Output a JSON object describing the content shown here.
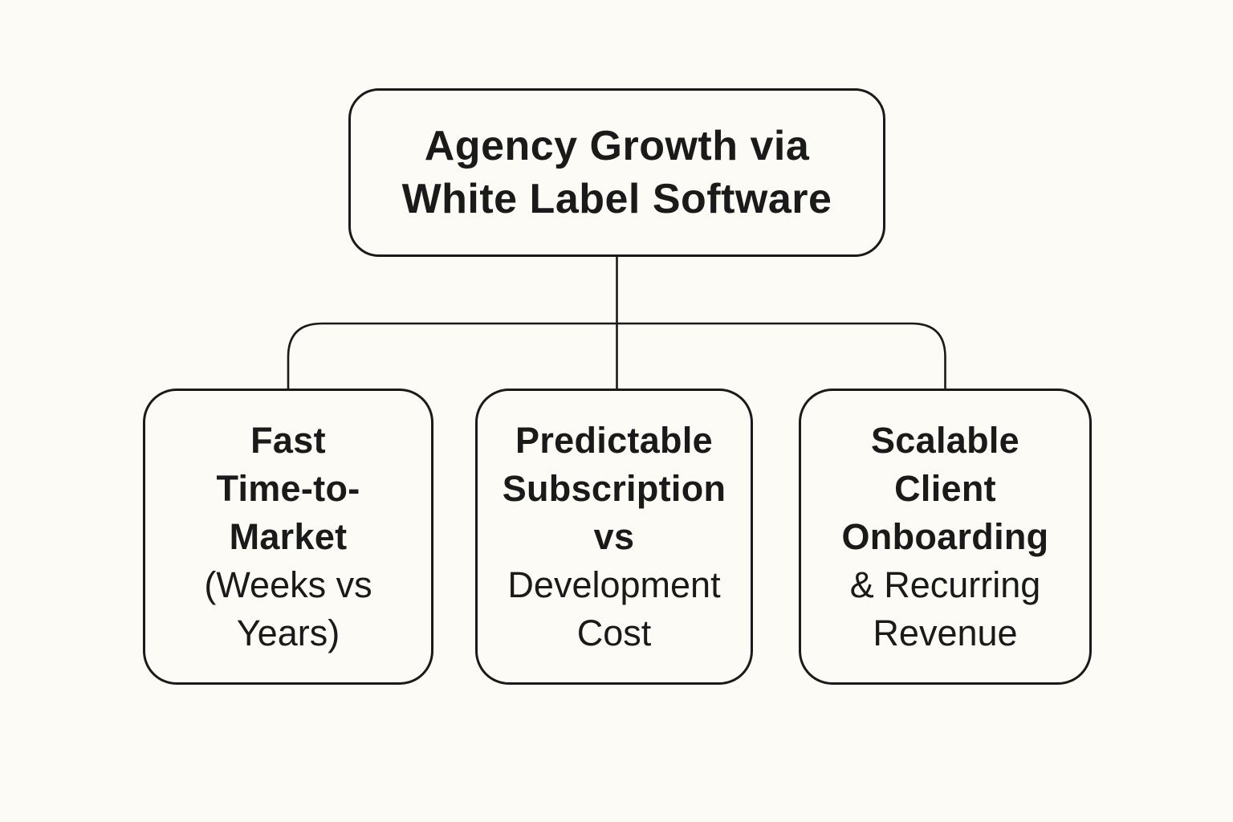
{
  "diagram": {
    "colors": {
      "background": "#FCFBF5",
      "node_fill": "#FCFBF5",
      "stroke": "#1A1A1A",
      "text": "#1A1A1A"
    },
    "root": {
      "lines": [
        "Agency Growth via",
        "White Label Software"
      ]
    },
    "children": [
      {
        "id": "fast-time-to-market",
        "bold_lines": [
          "Fast",
          "Time-to-",
          "Market"
        ],
        "regular_lines": [
          "(Weeks vs",
          "Years)"
        ]
      },
      {
        "id": "predictable-subscription-vs-development-cost",
        "bold_lines": [
          "Predictable",
          "Subscription",
          "vs"
        ],
        "regular_lines": [
          "Development",
          "Cost"
        ]
      },
      {
        "id": "scalable-client-onboarding",
        "bold_lines": [
          "Scalable",
          "Client",
          "Onboarding"
        ],
        "regular_lines": [
          "& Recurring",
          "Revenue"
        ]
      }
    ]
  }
}
